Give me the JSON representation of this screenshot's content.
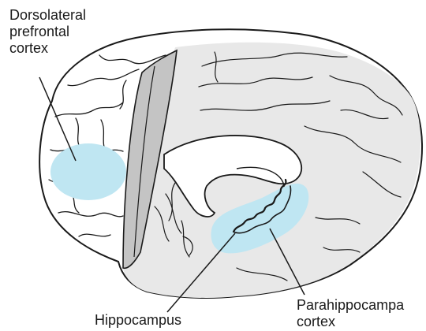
{
  "labels": {
    "dorsolateral_prefrontal_cortex": [
      "Dorsolateral",
      "prefrontal",
      "cortex"
    ],
    "hippocampus": "Hippocampus",
    "parahippocampal_cortex": [
      "Parahippocampa",
      "cortex"
    ]
  },
  "colors": {
    "outline": "#1a1a1a",
    "medial_surface": "#e8e8e8",
    "cut_face": "#c4c4c4",
    "highlight": "#bfe6f2",
    "background": "#ffffff"
  }
}
